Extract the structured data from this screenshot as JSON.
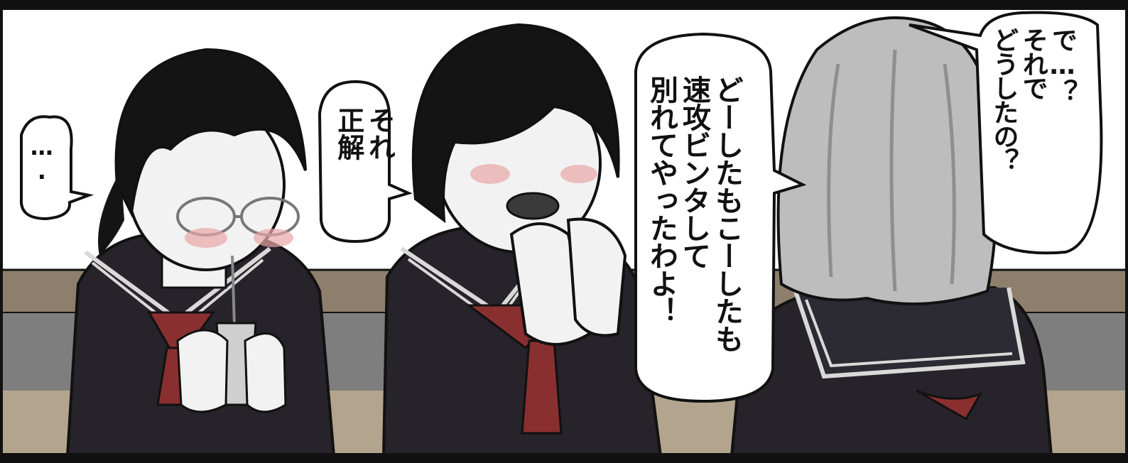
{
  "panel": {
    "bubbles": [
      {
        "id": "dots",
        "text": "…."
      },
      {
        "id": "sore",
        "text": "それ\n正解"
      },
      {
        "id": "doshita",
        "text": "どーしたもこーしたも\n速攻ビンタして\n別れてやったわよ！"
      },
      {
        "id": "de",
        "text": "で…？\nそれで\nどうしたの？"
      }
    ]
  },
  "colors": {
    "ink": "#111111",
    "uniform": "#27232a",
    "collar_stripe": "#d9d9d9",
    "scarf": "#8a2f2f",
    "skin": "#f2f2f2",
    "blush": "#e8a6a6",
    "hair_black": "#141414",
    "hair_grey": "#bdbdbd",
    "wall_band": "#8d7f6b",
    "desk": "#b3a58d",
    "backrest": "#7e7e7e"
  }
}
